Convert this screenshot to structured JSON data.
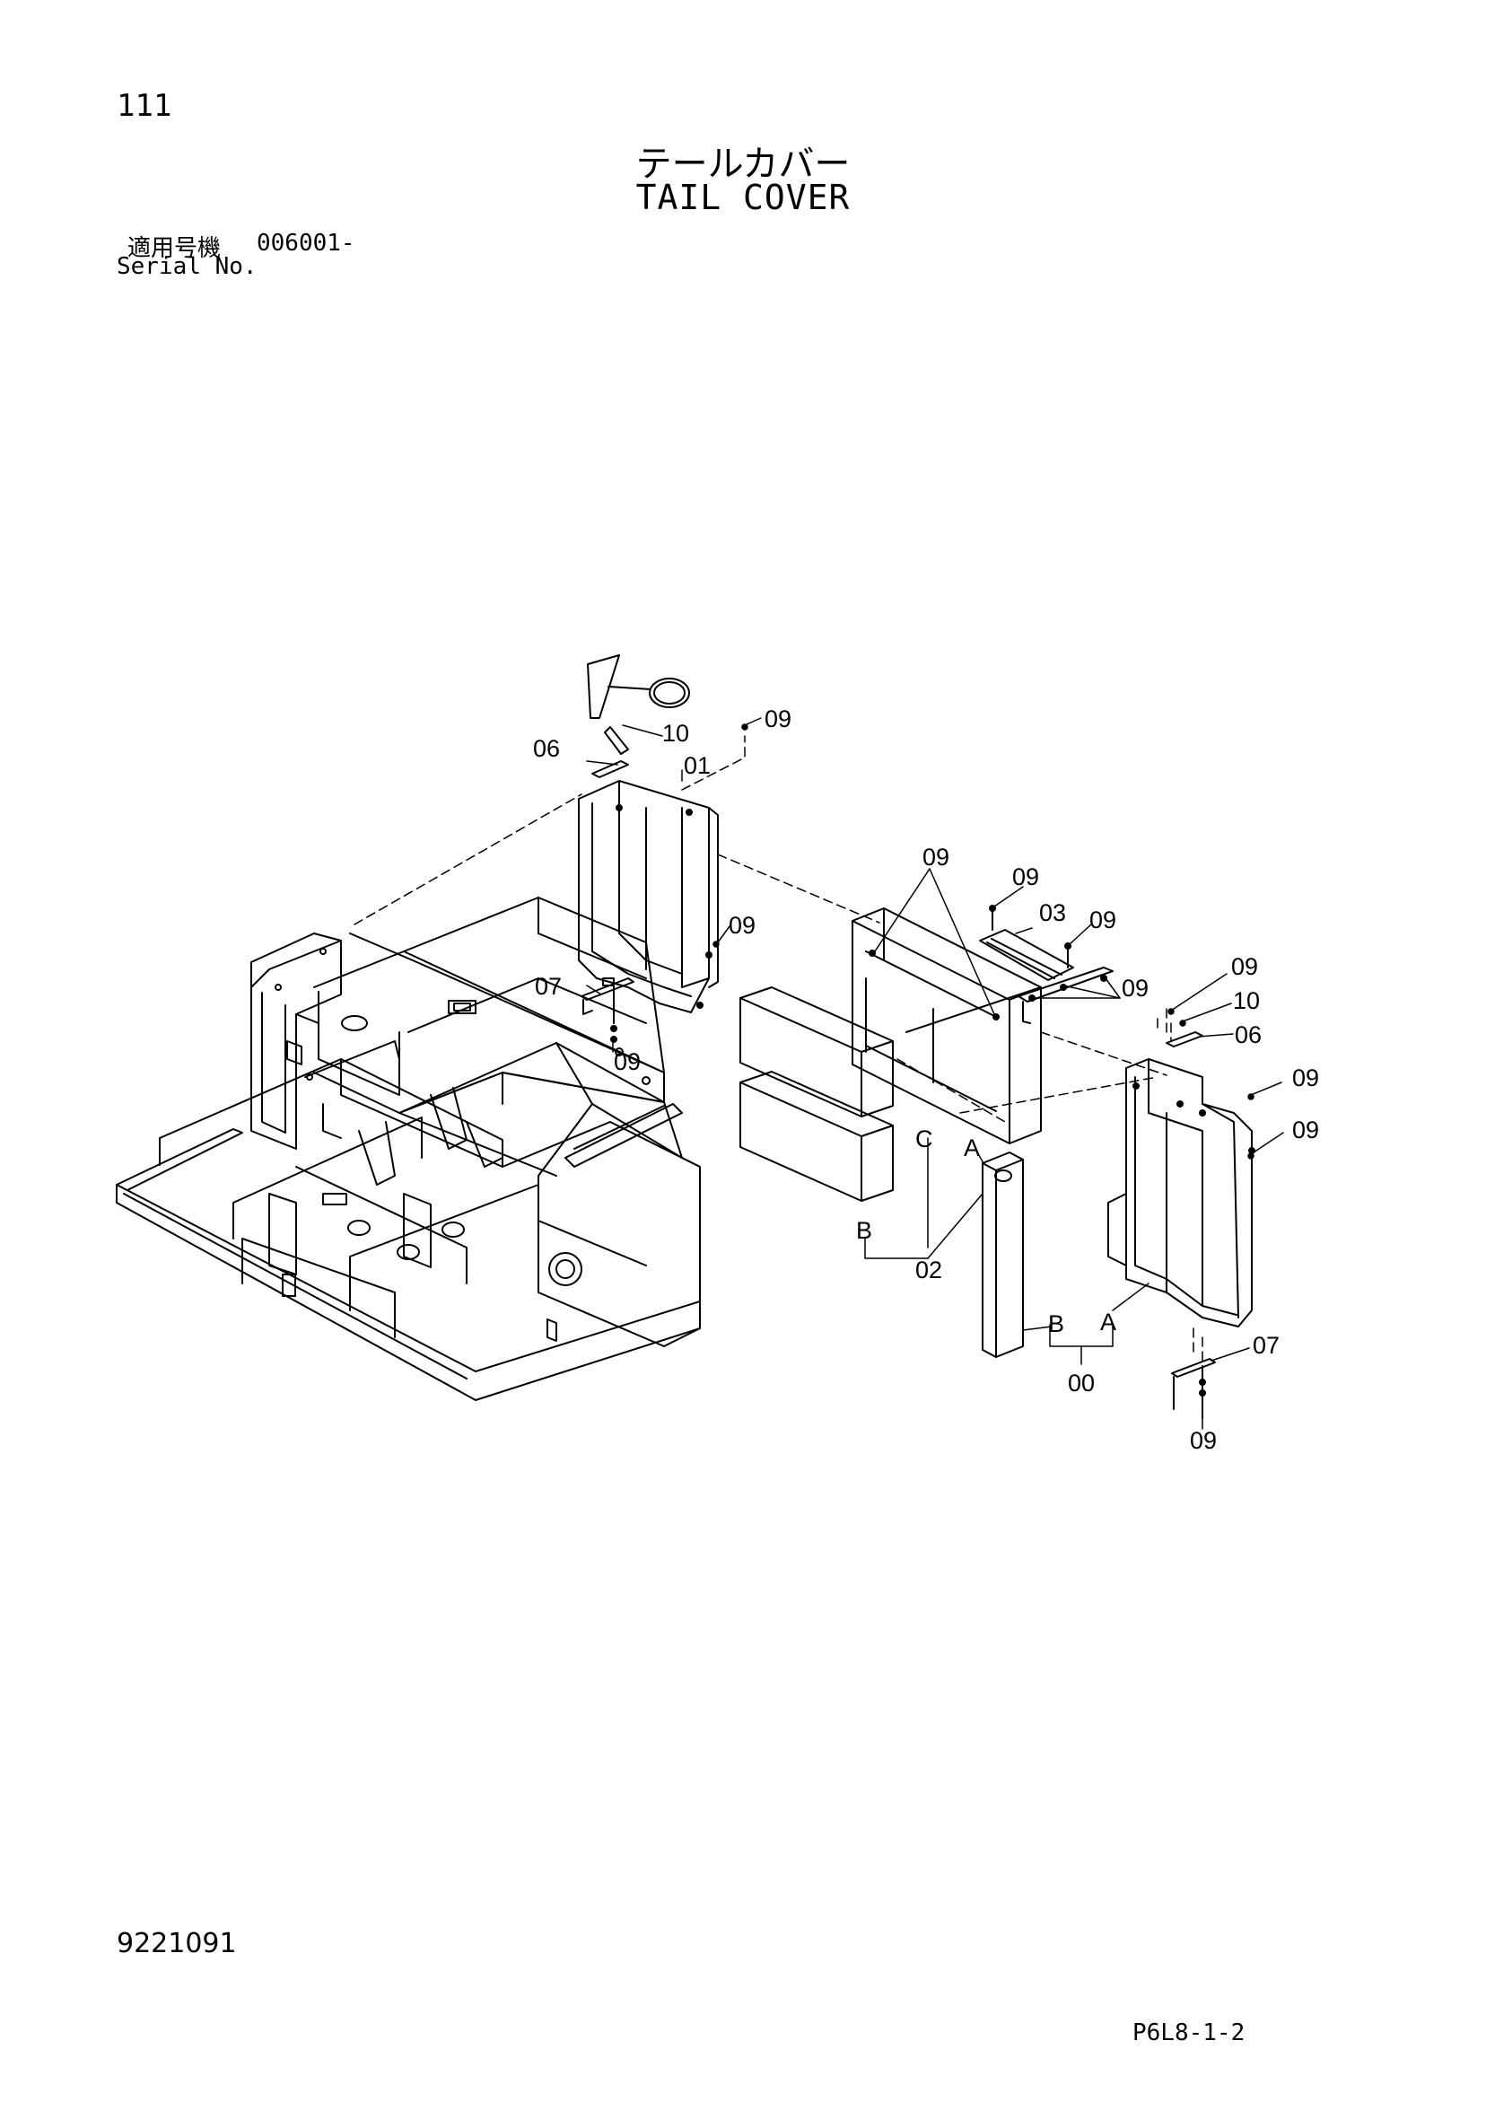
{
  "header": {
    "page_number": "111",
    "title_jp": "テールカバー",
    "title_en": "TAIL COVER",
    "serial_label_jp": "適用号機",
    "serial_range": "006001-",
    "serial_label_en": "Serial No."
  },
  "callouts": {
    "c09_top": "09",
    "c10_top": "10",
    "c06_top": "06",
    "c01": "01",
    "c09_pipe": "09",
    "c07_left": "07",
    "c09_under07": "09",
    "c09_vents": "09",
    "c09_03a": "09",
    "c03": "03",
    "c09_03b": "09",
    "c09_mid": "09",
    "c09_right1": "09",
    "c10_right": "10",
    "c06_right": "06",
    "c09_right2": "09",
    "c09_right3": "09",
    "c07_right": "07",
    "c09_bottom": "09",
    "c02": "02",
    "c00": "00",
    "ref_c": "C",
    "ref_a1": "A",
    "ref_b1": "B",
    "ref_b2": "B",
    "ref_a2": "A"
  },
  "footer": {
    "drawing_number": "9221091",
    "sheet_code": "P6L8-1-2"
  }
}
